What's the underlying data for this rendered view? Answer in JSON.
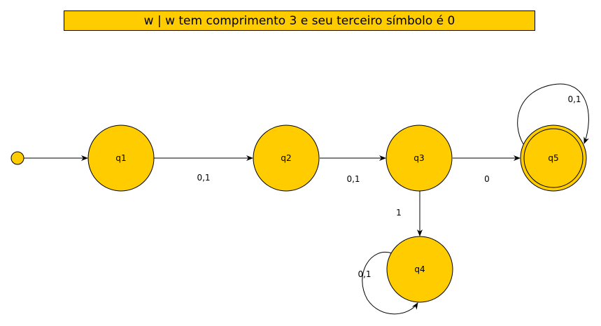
{
  "title": "w | w tem comprimento 3 e seu terceiro símbolo é 0",
  "colors": {
    "state_fill": "#ffcc00",
    "stroke": "#000000",
    "title_fill": "#ffcc00"
  },
  "states": {
    "q1": "q1",
    "q2": "q2",
    "q3": "q3",
    "q4": "q4",
    "q5": "q5"
  },
  "accepting_states": [
    "q5"
  ],
  "initial_state": "q1",
  "transitions": [
    {
      "from": "q1",
      "to": "q2",
      "label": "0,1"
    },
    {
      "from": "q2",
      "to": "q3",
      "label": "0,1"
    },
    {
      "from": "q3",
      "to": "q5",
      "label": "0"
    },
    {
      "from": "q3",
      "to": "q4",
      "label": "1"
    },
    {
      "from": "q4",
      "to": "q4",
      "label": "0,1"
    },
    {
      "from": "q5",
      "to": "q5",
      "label": "0,1"
    }
  ]
}
